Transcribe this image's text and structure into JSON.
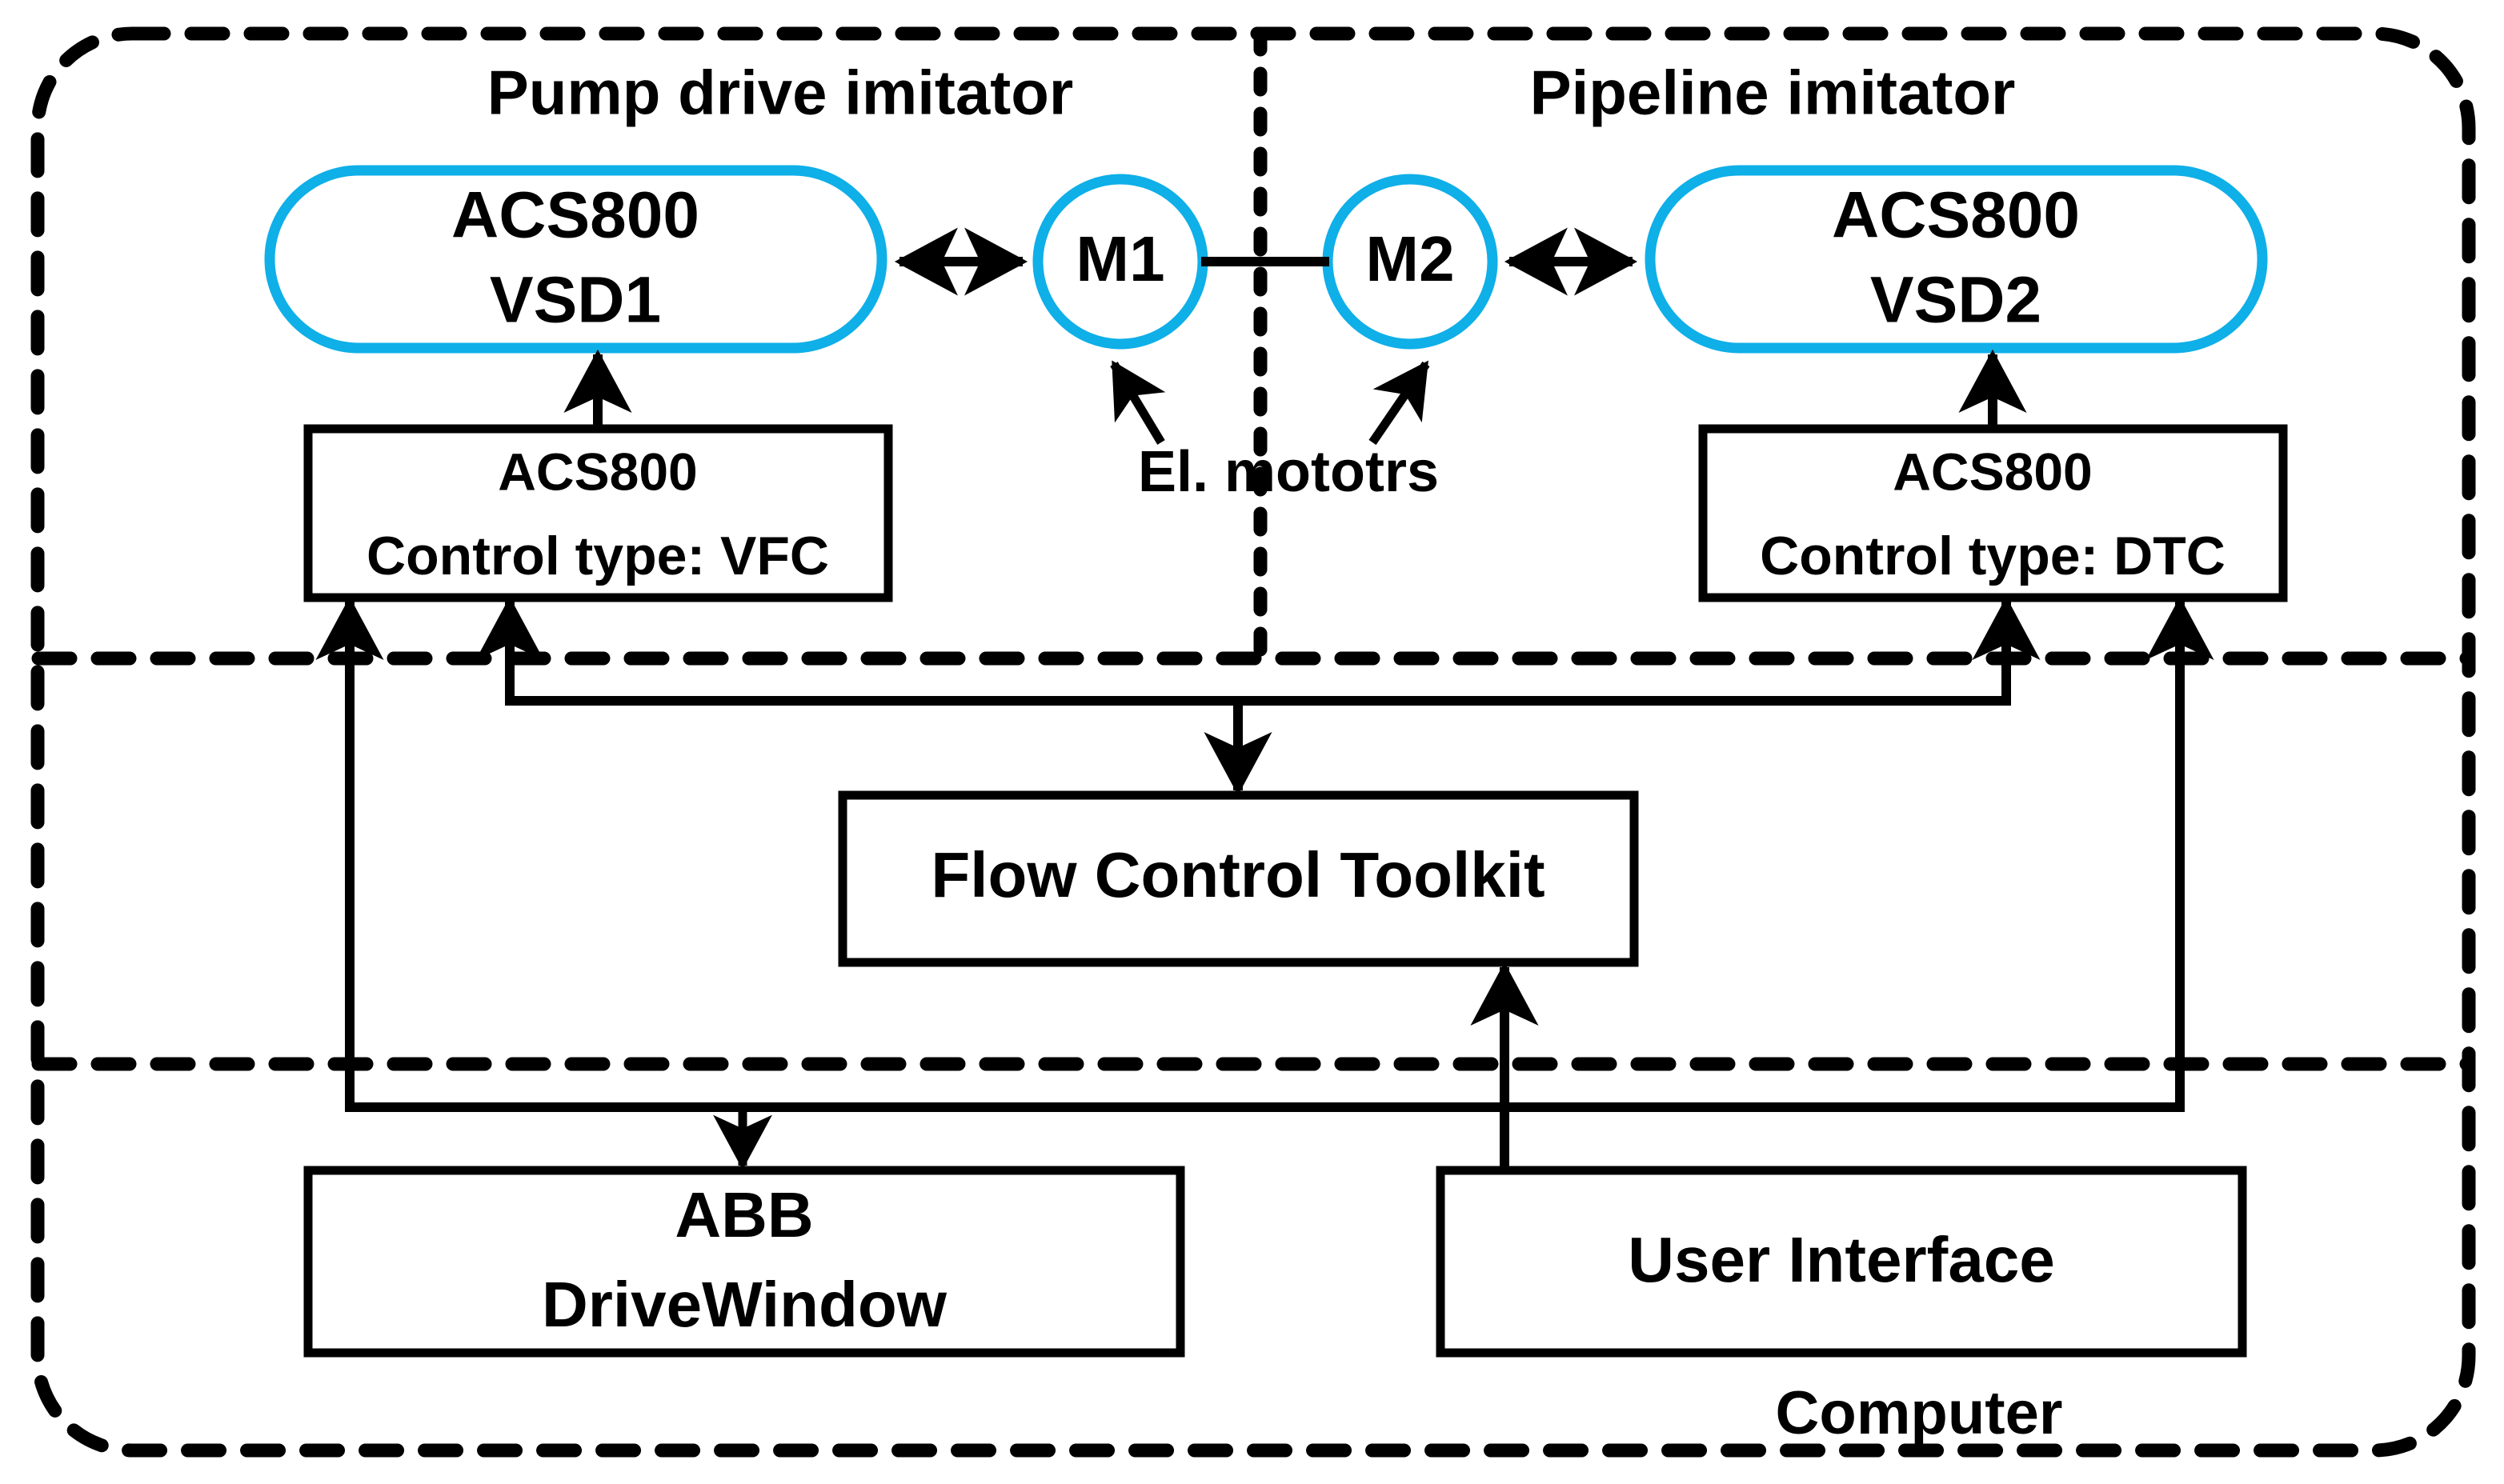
{
  "diagram": {
    "title": "Pump drive / pipeline imitator test bench block diagram",
    "outer_container_label": "Computer",
    "accent_color": "#0FAFE8",
    "line_color": "#000000",
    "background_color": "#FFFFFF",
    "sections": [
      {
        "id": "pump-drive-imitator",
        "label": "Pump drive imitator"
      },
      {
        "id": "pipeline-imitator",
        "label": "Pipeline imitator"
      }
    ],
    "nodes": {
      "vsd1": {
        "line1": "ACS800",
        "line2": "VSD1",
        "shape": "stadium",
        "color": "#0FAFE8"
      },
      "vsd2": {
        "line1": "ACS800",
        "line2": "VSD2",
        "shape": "stadium",
        "color": "#0FAFE8"
      },
      "motor1": {
        "label": "M1",
        "shape": "circle",
        "color": "#0FAFE8"
      },
      "motor2": {
        "label": "M2",
        "shape": "circle",
        "color": "#0FAFE8"
      },
      "ctrl_vfc": {
        "line1": "ACS800",
        "line2": "Control type: VFC",
        "shape": "rect"
      },
      "ctrl_dtc": {
        "line1": "ACS800",
        "line2": "Control type: DTC",
        "shape": "rect"
      },
      "flow_control_toolkit": {
        "label": "Flow Control Toolkit",
        "shape": "rect"
      },
      "abb_drivewindow": {
        "line1": "ABB",
        "line2": "DriveWindow",
        "shape": "rect"
      },
      "user_interface": {
        "label": "User Interface",
        "shape": "rect"
      }
    },
    "annotations": [
      {
        "id": "el-motors",
        "label": "El. mototrs",
        "points_to": [
          "motor1",
          "motor2"
        ]
      }
    ],
    "connections": [
      {
        "from": "vsd1",
        "to": "motor1",
        "style": "double-arrow"
      },
      {
        "from": "motor1",
        "to": "motor2",
        "style": "shaft-line"
      },
      {
        "from": "motor2",
        "to": "vsd2",
        "style": "double-arrow"
      },
      {
        "from": "ctrl_vfc",
        "to": "vsd1",
        "style": "arrow-up"
      },
      {
        "from": "ctrl_dtc",
        "to": "vsd2",
        "style": "arrow-up"
      },
      {
        "from": "flow_control_toolkit",
        "to": "ctrl_vfc",
        "style": "arrow-up"
      },
      {
        "from": "flow_control_toolkit",
        "to": "ctrl_dtc",
        "style": "arrow-up"
      },
      {
        "from": "ctrl_vfc",
        "to": "flow_control_toolkit",
        "style": "arrow-down"
      },
      {
        "from": "ctrl_dtc",
        "to": "flow_control_toolkit",
        "style": "arrow-down"
      },
      {
        "from": "user_interface",
        "to": "flow_control_toolkit",
        "style": "arrow-up"
      },
      {
        "from": "abb_drivewindow",
        "to": "ctrl_vfc",
        "style": "arrow-up"
      },
      {
        "from": "abb_drivewindow",
        "to": "ctrl_dtc",
        "style": "arrow-up"
      },
      {
        "from": "bus",
        "to": "abb_drivewindow",
        "style": "arrow-down"
      }
    ],
    "separators": [
      {
        "id": "vertical-imitator-divider",
        "orientation": "vertical",
        "style": "dotted"
      },
      {
        "id": "upper-horizontal-divider",
        "orientation": "horizontal",
        "style": "dashed"
      },
      {
        "id": "lower-horizontal-divider",
        "orientation": "horizontal",
        "style": "dashed"
      }
    ]
  }
}
